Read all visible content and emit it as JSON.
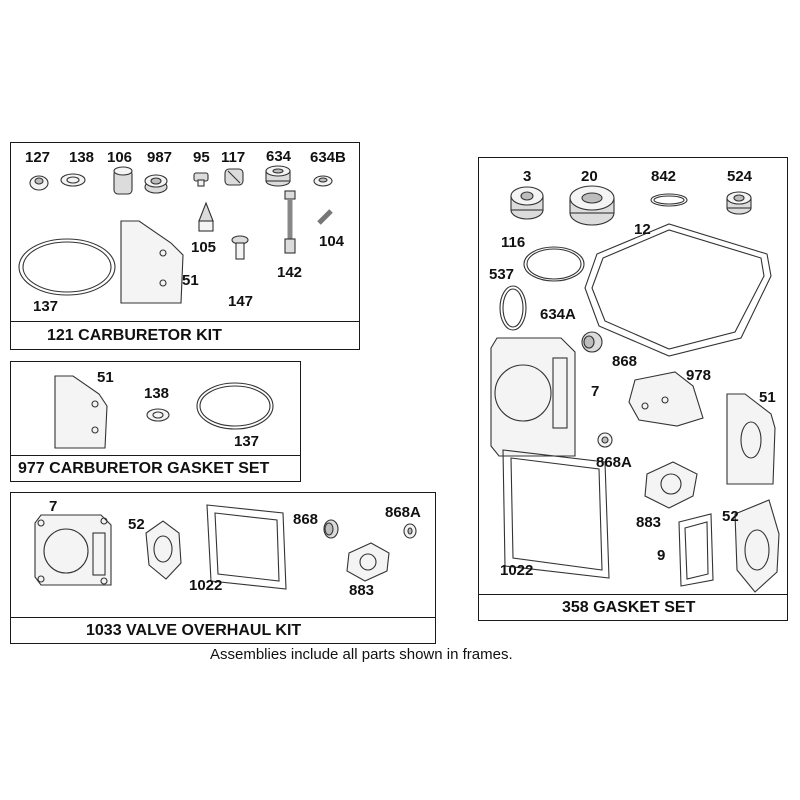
{
  "frames": {
    "carb_kit": {
      "title": "121 CARBURETOR KIT",
      "parts": [
        "127",
        "138",
        "106",
        "987",
        "95",
        "117",
        "634",
        "634B",
        "105",
        "104",
        "51",
        "137",
        "142",
        "147"
      ]
    },
    "carb_gasket_set": {
      "title": "977 CARBURETOR GASKET SET",
      "parts": [
        "51",
        "138",
        "137"
      ]
    },
    "valve_kit": {
      "title": "1033 VALVE OVERHAUL KIT",
      "parts": [
        "7",
        "52",
        "1022",
        "868",
        "868A",
        "883"
      ]
    },
    "gasket_set": {
      "title": "358 GASKET SET",
      "parts": [
        "3",
        "20",
        "842",
        "524",
        "116",
        "12",
        "537",
        "634A",
        "868",
        "7",
        "978",
        "51",
        "868A",
        "883",
        "52",
        "1022",
        "9"
      ]
    }
  },
  "footnote": "Assemblies include all parts shown in frames."
}
